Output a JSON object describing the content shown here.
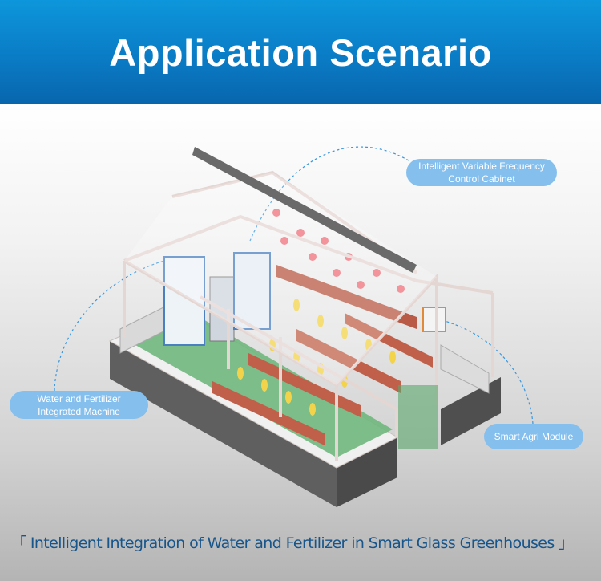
{
  "header": {
    "title": "Application Scenario"
  },
  "labels": {
    "cabinet_line1": "Intelligent Variable Frequency",
    "cabinet_line2": "Control Cabinet",
    "machine_line1": "Water and Fertilizer",
    "machine_line2": "Integrated Machine",
    "module": "Smart Agri Module"
  },
  "caption": "「 Intelligent Integration of Water and Fertilizer in Smart Glass Greenhouses 」",
  "colors": {
    "header": "#0a7cc6",
    "pill": "#84bfee",
    "caption": "#17558a"
  }
}
